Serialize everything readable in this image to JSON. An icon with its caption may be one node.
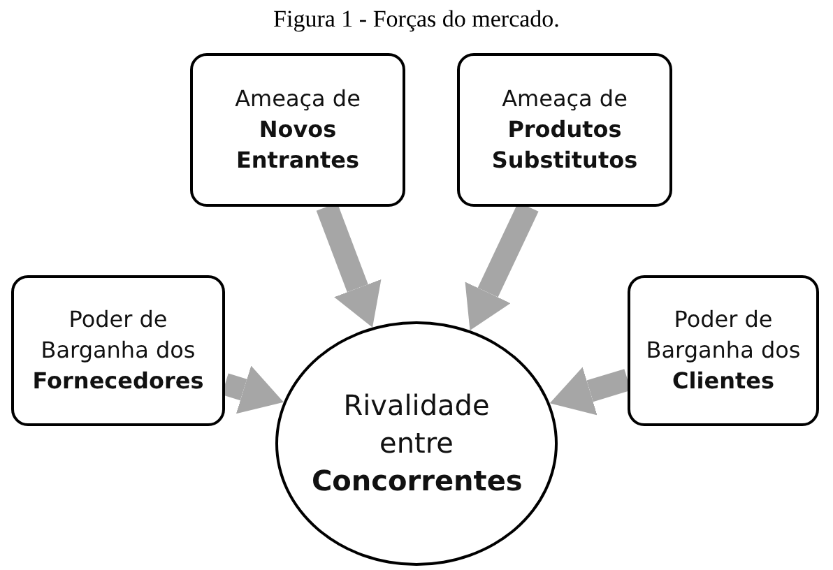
{
  "diagram": {
    "title": "Figura 1 - Forças do mercado.",
    "nodes": [
      {
        "text": [
          "Ameaça de **Novos Entrantes**"
        ]
      },
      {
        "text": [
          "Ameaça de **Produtos Substitutos**"
        ]
      },
      {
        "text": [
          "Poder de Barganha dos **Fornecedores**"
        ]
      },
      {
        "text": [
          "Rivalidade entre **Concorrentes**"
        ]
      },
      {
        "text": [
          "Poder de Barganha dos **Clientes**"
        ]
      }
    ],
    "edges": [
      {
        "from": 0,
        "to": 3,
        "arrow": "to"
      },
      {
        "from": 1,
        "to": 3,
        "arrow": "to"
      },
      {
        "from": 2,
        "to": 3,
        "arrow": "to"
      },
      {
        "from": 4,
        "to": 3,
        "arrow": "to"
      }
    ]
  }
}
